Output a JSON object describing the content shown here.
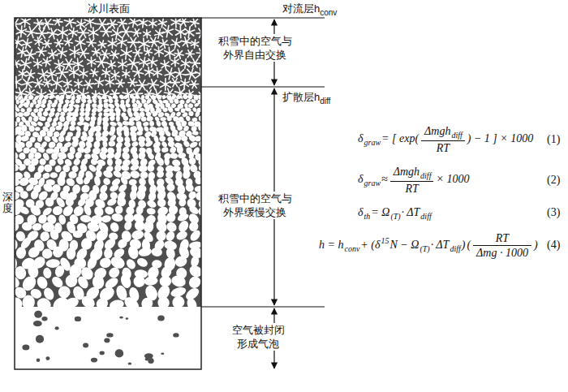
{
  "diagram": {
    "labels": [
      "冰川表面",
      "深度",
      "对流层h",
      "conv",
      "积雪中的空气与 外界自由交换",
      "扩散层h",
      "diff",
      "积雪中的空气与 外界缓慢交换",
      "空气被封闭 形成气泡",
      "δ",
      "graw",
      "= [ exp(",
      "Δmgh",
      "diff",
      "RT",
      ") − 1 ] × 1000",
      "(1)",
      "δ",
      "graw",
      "≈",
      "Δmgh",
      "diff",
      "RT",
      "× 1000",
      "(2)",
      "δ",
      "th",
      "= Ω",
      "(T)",
      "· ΔT",
      "diff",
      "(3)",
      "h = h",
      "conv",
      "+ (δ",
      "15",
      "N − Ω",
      "(T)",
      "· ΔT",
      "diff",
      ")",
      "(",
      "RT",
      "Δmg · 1000",
      ")",
      "(4)"
    ]
  }
}
